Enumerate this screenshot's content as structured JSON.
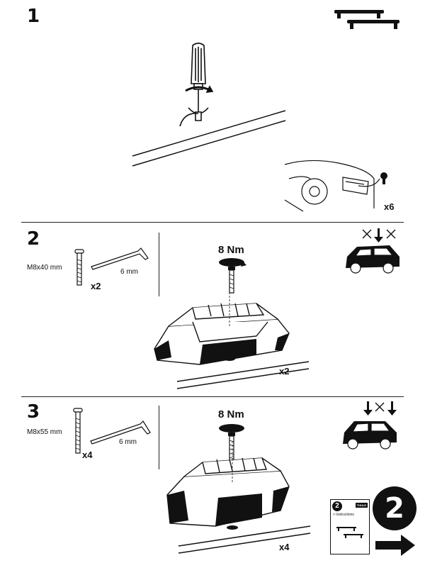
{
  "steps": [
    {
      "number": "1",
      "quantity": "x6"
    },
    {
      "number": "2",
      "bolt_label": "M8x40 mm",
      "wrench_label": "6 mm",
      "parts_qty": "x2",
      "torque": "8 Nm",
      "quantity": "x2"
    },
    {
      "number": "3",
      "bolt_label": "M8x55 mm",
      "wrench_label": "6 mm",
      "parts_qty": "x4",
      "torque": "8 Nm",
      "quantity": "x4"
    }
  ],
  "next_booklet": {
    "number": "2",
    "big_number": "2",
    "title": "> Instructions",
    "brand": "THULE"
  },
  "icons": {
    "roof_bars": "roof-bars-icon",
    "screwdriver": "screwdriver-icon",
    "car_interior": "car-interior-icon",
    "car_side": "car-side-icon",
    "arrow_next": "arrow-right-icon"
  }
}
